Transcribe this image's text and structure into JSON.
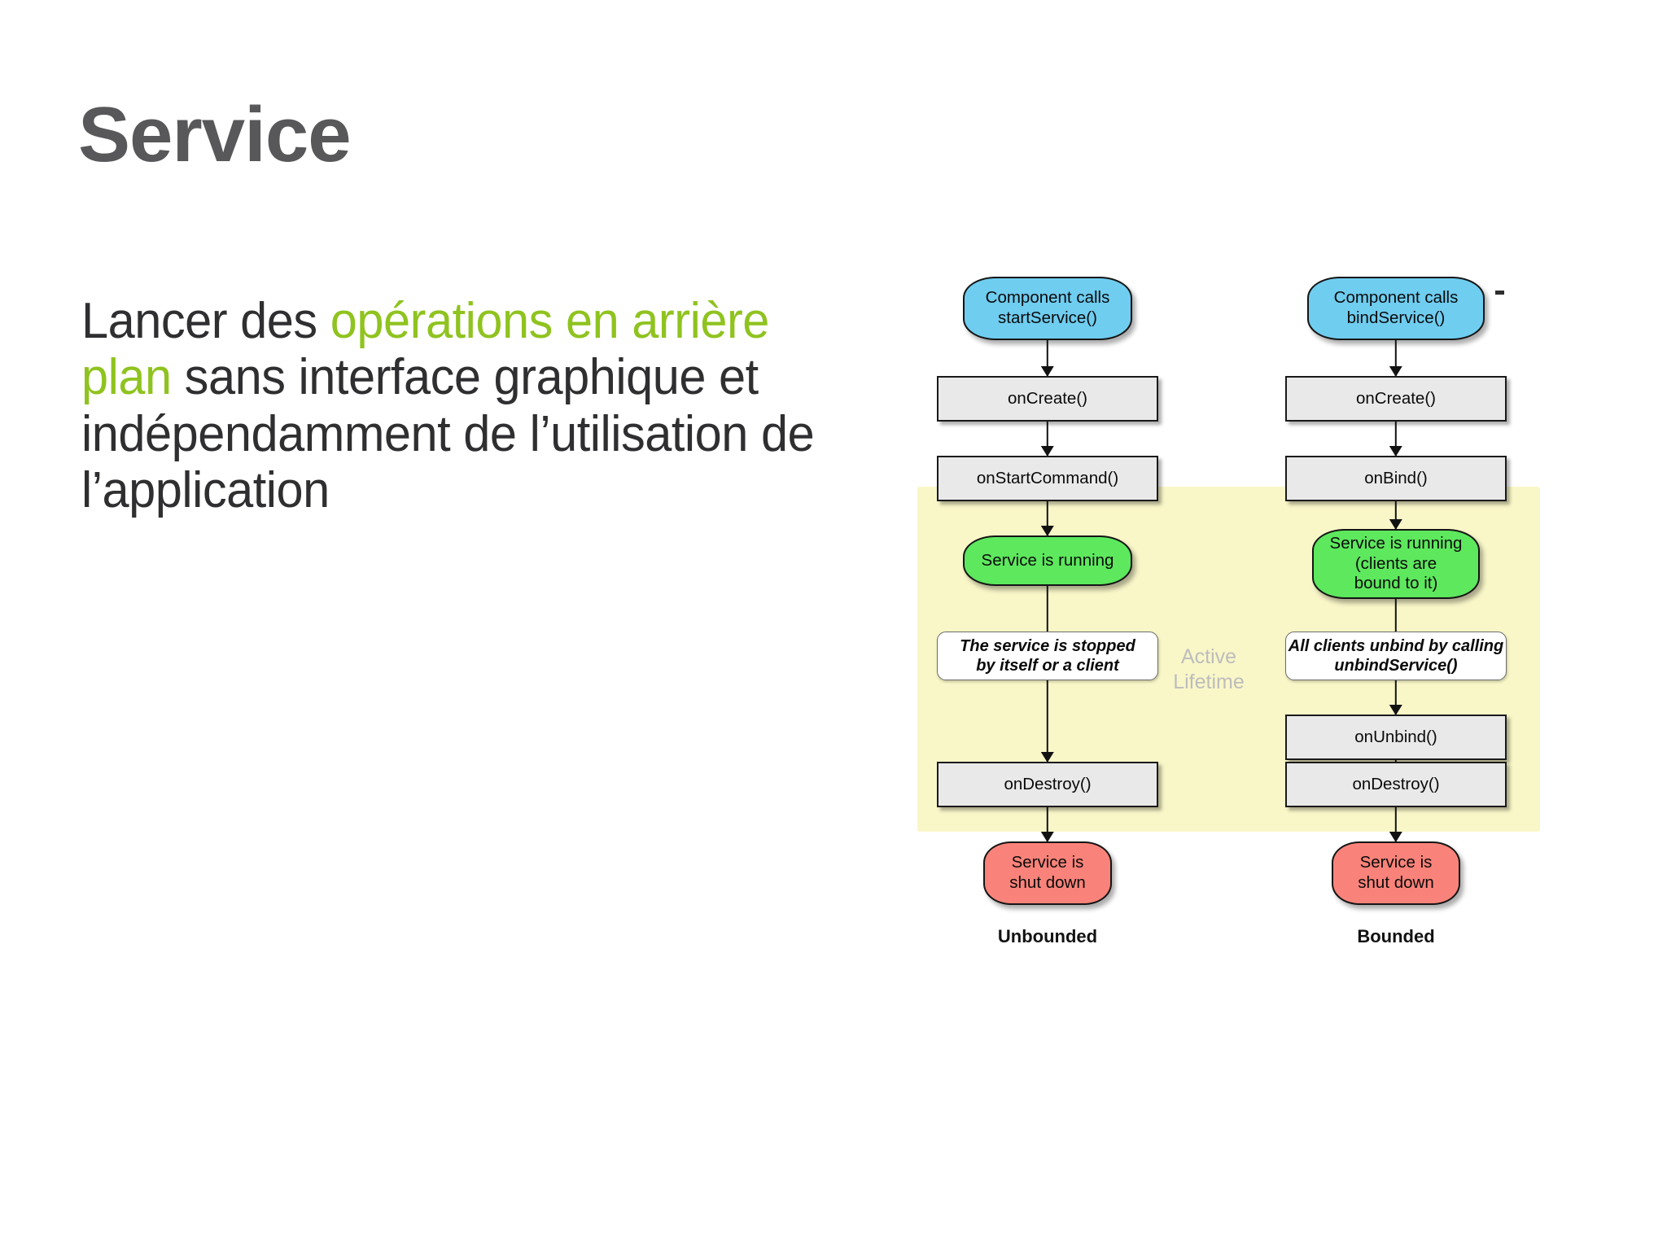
{
  "slide": {
    "title": "Service",
    "body_segments": [
      {
        "text": "Lancer des ",
        "highlight": false
      },
      {
        "text": "opérations en arrière plan",
        "highlight": true
      },
      {
        "text": " sans interface graphique et indépendamment de l’utilisation de l’application",
        "highlight": false
      }
    ],
    "body_plain": "Lancer des opérations en arrière plan sans interface graphique et indépendamment de l’utilisation de l’application"
  },
  "colors": {
    "title": "#58585a",
    "body": "#2f2f31",
    "accent_green": "#8fc31f",
    "node_start": "#6fcdf0",
    "node_method": "#e9e9e9",
    "node_running": "#5de85d",
    "node_shutdown": "#f9837a",
    "active_lifetime_band": "#f9f7c8",
    "callout": "#ffffff",
    "edge": "#121212"
  },
  "diagram": {
    "active_lifetime_label": "Active\nLifetime",
    "columns": [
      {
        "caption": "Unbounded",
        "nodes": [
          {
            "id": "start",
            "kind": "terminator",
            "label": "Component calls\nstartService()"
          },
          {
            "id": "oncreate",
            "kind": "method",
            "label": "onCreate()"
          },
          {
            "id": "onstartcmd",
            "kind": "method",
            "label": "onStartCommand()"
          },
          {
            "id": "running",
            "kind": "state",
            "label": "Service is running"
          },
          {
            "id": "stopped-note",
            "kind": "callout",
            "label": "The service is stopped\nby itself or a client"
          },
          {
            "id": "ondestroy",
            "kind": "method",
            "label": "onDestroy()"
          },
          {
            "id": "shutdown",
            "kind": "shutdown",
            "label": "Service is\nshut down"
          }
        ]
      },
      {
        "caption": "Bounded",
        "nodes": [
          {
            "id": "bind",
            "kind": "terminator",
            "label": "Component calls\nbindService()"
          },
          {
            "id": "oncreate",
            "kind": "method",
            "label": "onCreate()"
          },
          {
            "id": "onbind",
            "kind": "method",
            "label": "onBind()"
          },
          {
            "id": "running-bound",
            "kind": "state",
            "label": "Service is running\n(clients are\nbound to it)"
          },
          {
            "id": "unbind-note",
            "kind": "callout",
            "label": "All clients unbind by calling\nunbindService()"
          },
          {
            "id": "onunbind",
            "kind": "method",
            "label": "onUnbind()"
          },
          {
            "id": "ondestroy",
            "kind": "method",
            "label": "onDestroy()"
          },
          {
            "id": "shutdown",
            "kind": "shutdown",
            "label": "Service is\nshut down"
          }
        ]
      }
    ]
  }
}
